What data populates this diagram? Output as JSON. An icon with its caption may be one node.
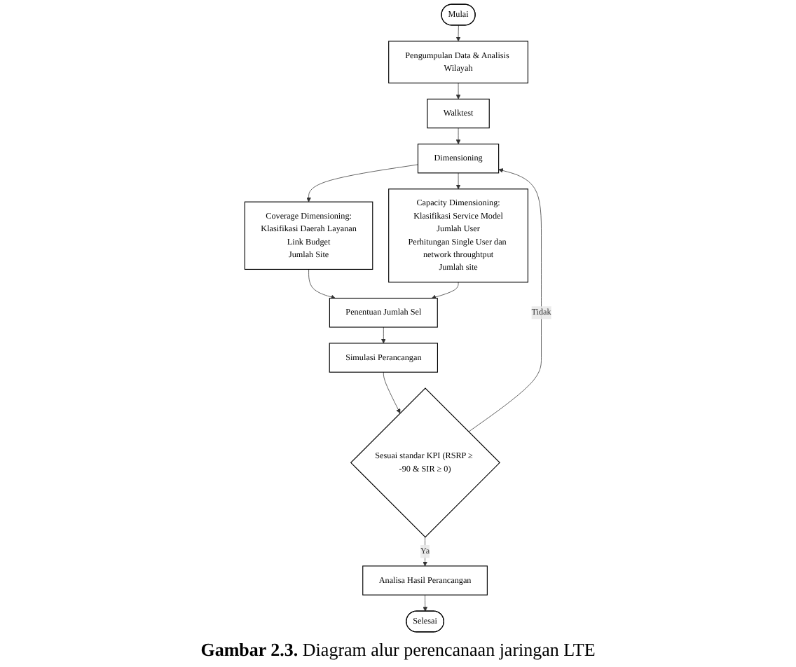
{
  "diagram": {
    "caption": "**Gambar 2.3.** Diagram alur perencanaan jaringan LTE",
    "nodes": [
      {
        "text": [
          "Mulai"
        ]
      },
      {
        "text": [
          "Pengumpulan Data & Analisis Wilayah"
        ]
      },
      {
        "text": [
          "Walktest"
        ]
      },
      {
        "text": [
          "Dimensioning"
        ]
      },
      {
        "text": [
          "Coverage Dimensioning:",
          "Klasifikasi Daerah Layanan",
          "Link Budget",
          "Jumlah Site"
        ]
      },
      {
        "text": [
          "Capacity Dimensioning:",
          "Klasifikasi Service Model",
          "Jumlah User",
          "Perhitungan Single User dan network throughtput",
          "Jumlah site"
        ]
      },
      {
        "text": [
          "Penentuan Jumlah Sel"
        ]
      },
      {
        "text": [
          "Simulasi Perancangan"
        ]
      },
      {
        "text": [
          "Sesuai standar KPI (RSRP ≥ -90 & SIR ≥ 0)"
        ]
      },
      {
        "text": [
          "Analisa Hasil Perancangan"
        ]
      },
      {
        "text": [
          "Selesai"
        ]
      }
    ],
    "edges": [
      {
        "from": 0,
        "to": 1,
        "arrow": "to"
      },
      {
        "from": 1,
        "to": 2,
        "arrow": "to"
      },
      {
        "from": 2,
        "to": 3,
        "arrow": "to"
      },
      {
        "from": 3,
        "to": 4,
        "arrow": "to"
      },
      {
        "from": 3,
        "to": 5,
        "arrow": "to"
      },
      {
        "from": 4,
        "to": 6,
        "arrow": "to"
      },
      {
        "from": 5,
        "to": 6,
        "arrow": "to"
      },
      {
        "from": 6,
        "to": 7,
        "arrow": "to"
      },
      {
        "from": 7,
        "to": 8,
        "arrow": "to"
      },
      {
        "from": 8,
        "to": 9,
        "arrow": "to",
        "label": "Ya"
      },
      {
        "from": 8,
        "to": 3,
        "arrow": "to",
        "label": "Tidak"
      },
      {
        "from": 9,
        "to": 10,
        "arrow": "to"
      }
    ]
  }
}
